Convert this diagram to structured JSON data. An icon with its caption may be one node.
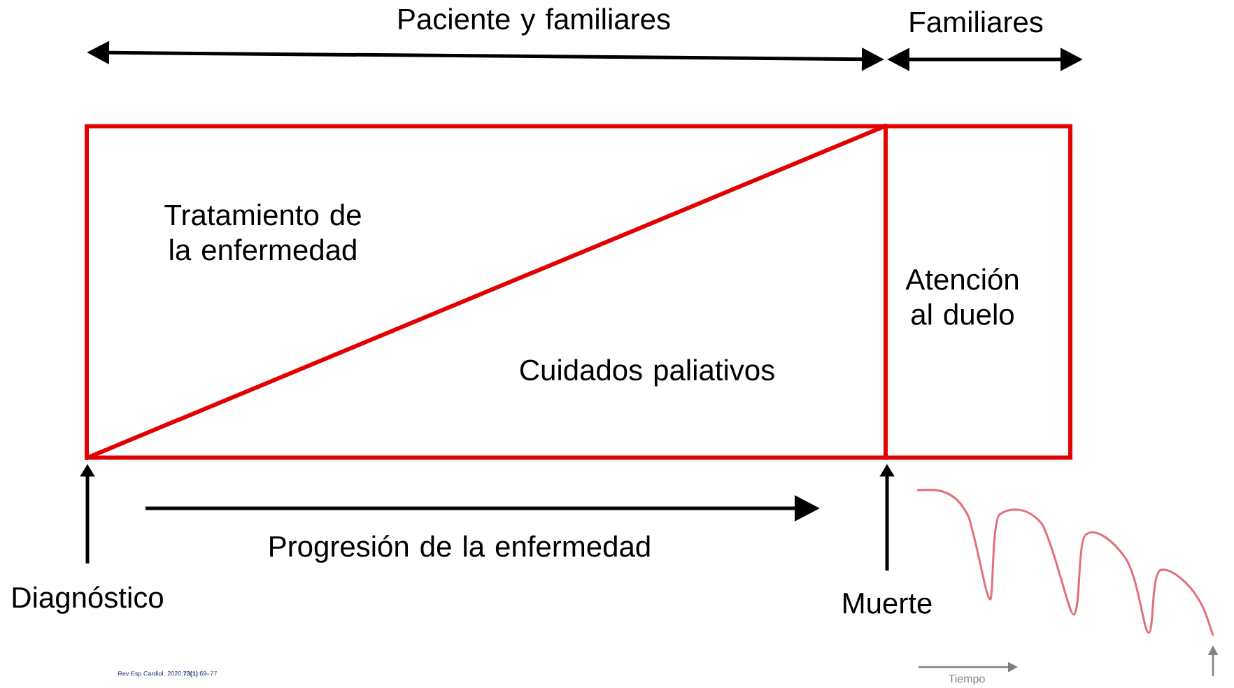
{
  "diagram": {
    "nodes": [
      {
        "text": [
          "Tratamiento de la enfermedad",
          "Cuidados paliativos"
        ]
      },
      {
        "text": [
          "Atención al duelo"
        ]
      },
      {
        "text": [
          "Diagnóstico"
        ]
      },
      {
        "text": [
          "Muerte"
        ]
      }
    ],
    "edges": [
      {
        "from": 2,
        "to": 0,
        "arrow": "to"
      },
      {
        "from": 3,
        "to": 1,
        "arrow": "to"
      }
    ],
    "labels": [
      "Paciente y familiares",
      "Familiares",
      "Progresión de la enfermedad",
      "Tiempo",
      "Rev Esp Cardiol. 2020;**73(1)**:69–77"
    ]
  }
}
